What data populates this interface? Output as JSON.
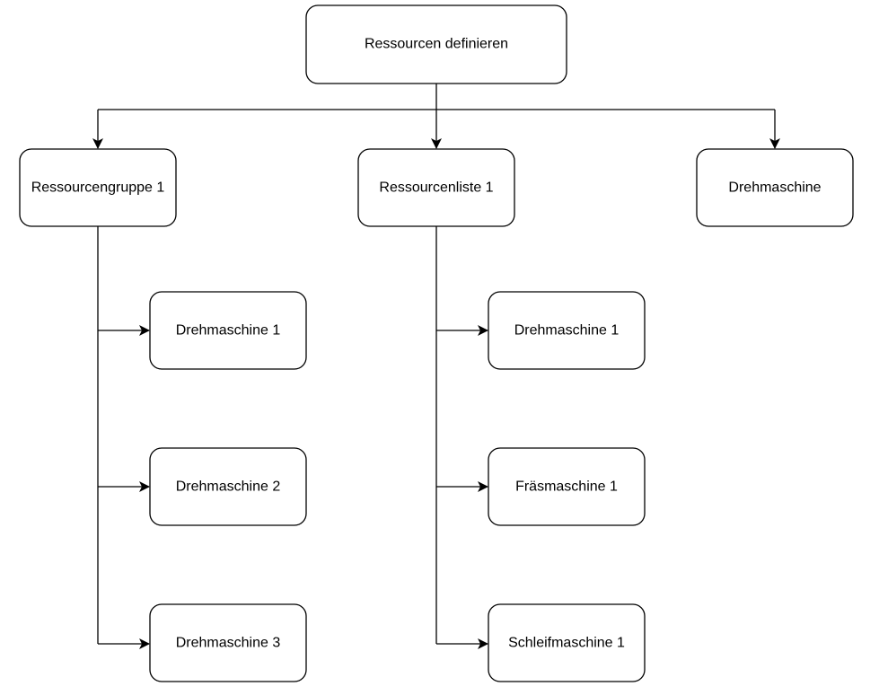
{
  "diagram": {
    "root": {
      "label": "Ressourcen definieren"
    },
    "children": [
      {
        "label": "Ressourcengruppe 1",
        "items": [
          {
            "label": "Drehmaschine 1"
          },
          {
            "label": "Drehmaschine 2"
          },
          {
            "label": "Drehmaschine 3"
          }
        ]
      },
      {
        "label": "Ressourcenliste 1",
        "items": [
          {
            "label": "Drehmaschine 1"
          },
          {
            "label": "Fräsmaschine 1"
          },
          {
            "label": "Schleifmaschine 1"
          }
        ]
      },
      {
        "label": "Drehmaschine",
        "items": []
      }
    ],
    "colors": {
      "stroke": "#000000",
      "fill": "#ffffff",
      "background": "#ffffff"
    }
  }
}
